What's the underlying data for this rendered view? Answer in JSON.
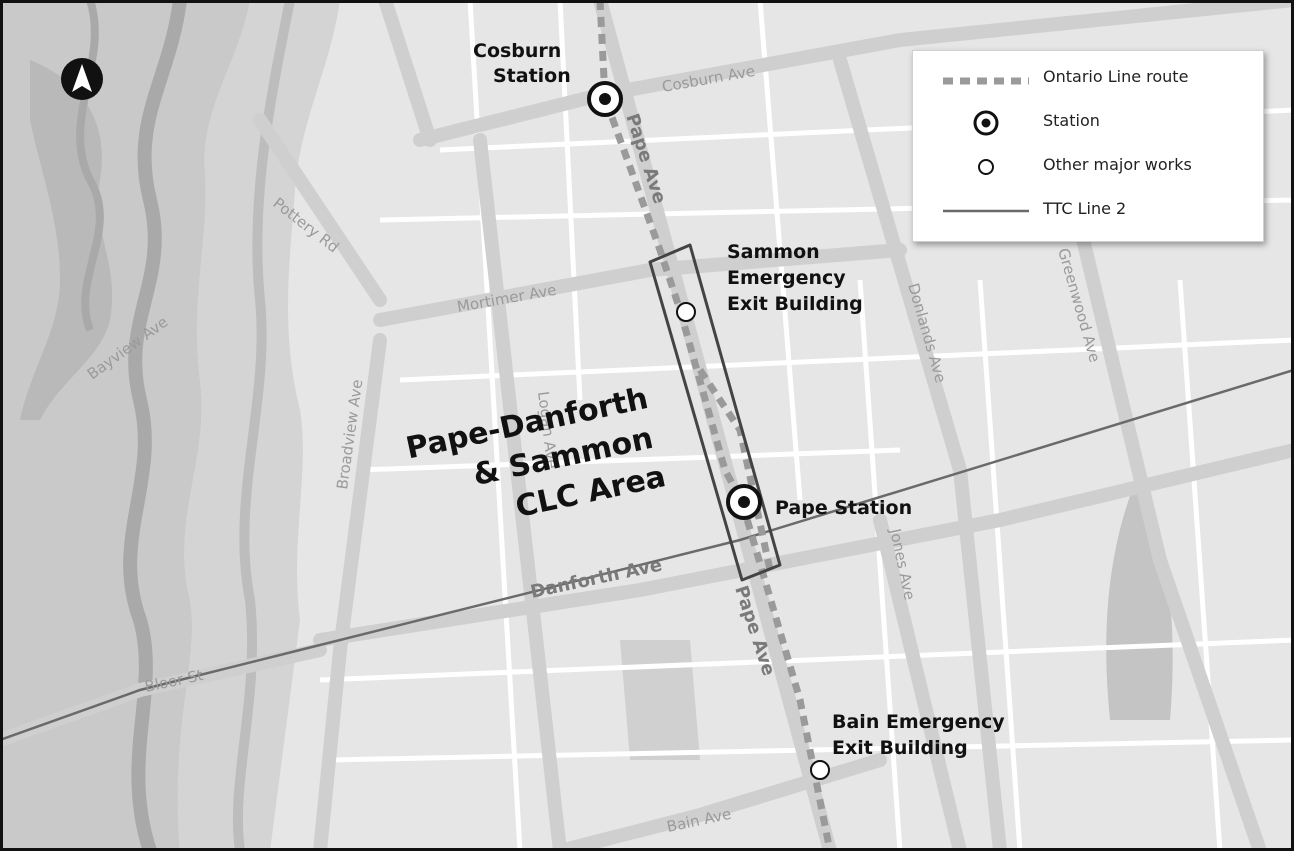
{
  "colors": {
    "land": "#e6e6e6",
    "park": "#c9c9c9",
    "river_valley": "#a9a9a9",
    "road_major": "#cfcfcf",
    "road_minor": "#ffffff",
    "route": "#9a9a9a",
    "ttc_line": "#6a6a6a",
    "ink": "#111111"
  },
  "compass": {
    "icon": "north-arrow-icon"
  },
  "legend": {
    "items": [
      {
        "icon": "ontario-line-route-icon",
        "label": "Ontario Line route"
      },
      {
        "icon": "station-icon",
        "label": "Station"
      },
      {
        "icon": "other-major-works-icon",
        "label": "Other major works"
      },
      {
        "icon": "ttc-line-2-icon",
        "label": "TTC Line 2"
      }
    ]
  },
  "streets": {
    "cosburn": "Cosburn Ave",
    "pape_north": "Pape Ave",
    "pape_south": "Pape Ave",
    "pottery": "Pottery Rd",
    "mortimer": "Mortimer Ave",
    "bayview": "Bayview Ave",
    "broadview": "Broadview Ave",
    "logan": "Logan Ave",
    "donlands": "Donlands Ave",
    "greenwood": "Greenwood Ave",
    "jones": "Jones Ave",
    "danforth": "Danforth Ave",
    "bloor": "Bloor St",
    "bain": "Bain Ave"
  },
  "callouts": {
    "cosburn_station": [
      "Cosburn",
      "Station"
    ],
    "sammon_exit": [
      "Sammon",
      "Emergency",
      "Exit Building"
    ],
    "pape_station": "Pape Station",
    "bain_exit": [
      "Bain Emergency",
      "Exit Building"
    ]
  },
  "area_title": [
    "Pape-Danforth",
    "& Sammon",
    "CLC Area"
  ]
}
